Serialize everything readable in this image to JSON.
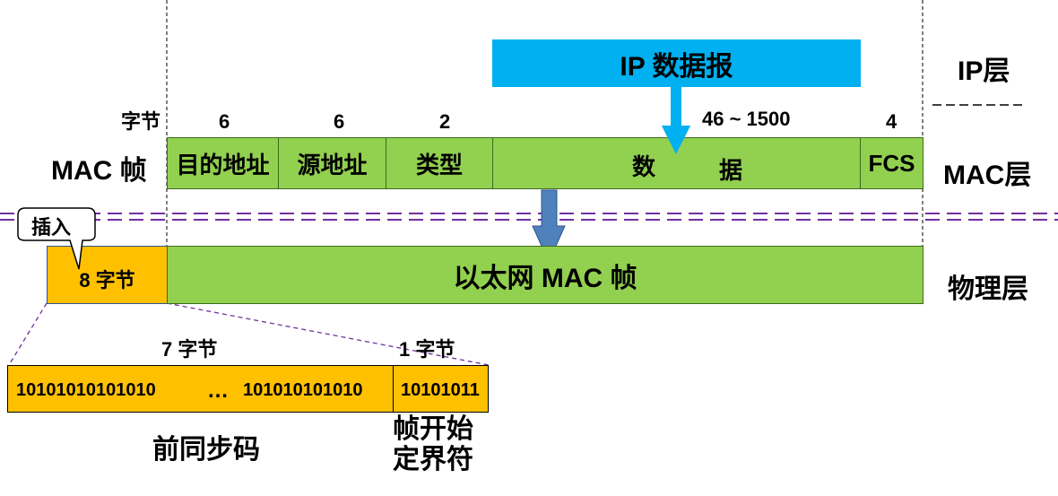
{
  "layers": {
    "ip": "IP层",
    "mac": "MAC层",
    "phy": "物理层"
  },
  "ip_datagram": "IP 数据报",
  "mac_frame_label": "MAC 帧",
  "bytes_label": "字节",
  "mac_fields": [
    {
      "name": "目的地址",
      "size": "6"
    },
    {
      "name": "源地址",
      "size": "6"
    },
    {
      "name": "类型",
      "size": "2"
    },
    {
      "name": "数据",
      "size": "46 ~ 1500"
    },
    {
      "name": "FCS",
      "size": "4"
    }
  ],
  "data_field_chars": [
    "数",
    "据"
  ],
  "insert_callout": "插入",
  "preamble_box": "8 字节",
  "ethernet_frame": "以太网 MAC 帧",
  "preamble": {
    "sync_size": "7 字节",
    "sfd_size": "1 字节",
    "sync_bits_left": "10101010101010",
    "ellipsis": "…",
    "sync_bits_right": "101010101010",
    "sfd_bits": "10101011",
    "sync_name": "前同步码",
    "sfd_name_line1": "帧开始",
    "sfd_name_line2": "定界符"
  },
  "colors": {
    "green": "#92d050",
    "orange": "#ffc000",
    "ip_blue": "#00b0f0",
    "arrow_blue": "#4f81bd",
    "divider_purple": "#7030a0"
  }
}
